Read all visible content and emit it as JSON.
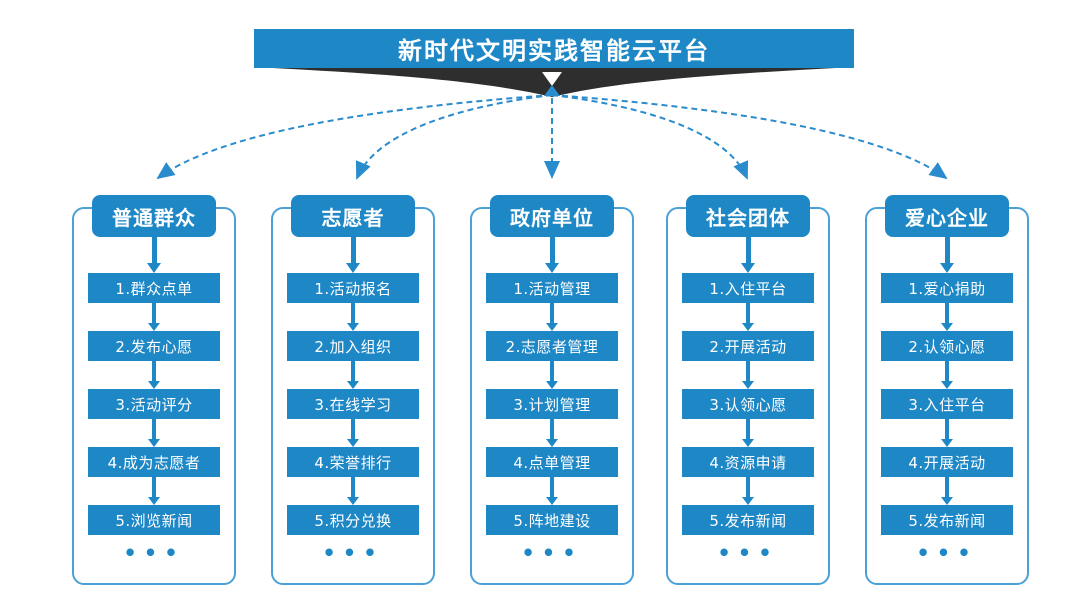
{
  "title": "新时代文明实践智能云平台",
  "ellipsis": "•••",
  "colors": {
    "primary": "#1e87c6",
    "outline": "#4ba0d6",
    "arrow": "#2b8ccd",
    "ribbon": "#2e2e2e",
    "background": "#ffffff"
  },
  "columns": [
    {
      "title": "普通群众",
      "items": [
        "1.群众点单",
        "2.发布心愿",
        "3.活动评分",
        "4.成为志愿者",
        "5.浏览新闻"
      ]
    },
    {
      "title": "志愿者",
      "items": [
        "1.活动报名",
        "2.加入组织",
        "3.在线学习",
        "4.荣誉排行",
        "5.积分兑换"
      ]
    },
    {
      "title": "政府单位",
      "items": [
        "1.活动管理",
        "2.志愿者管理",
        "3.计划管理",
        "4.点单管理",
        "5.阵地建设"
      ]
    },
    {
      "title": "社会团体",
      "items": [
        "1.入住平台",
        "2.开展活动",
        "3.认领心愿",
        "4.资源申请",
        "5.发布新闻"
      ]
    },
    {
      "title": "爱心企业",
      "items": [
        "1.爱心捐助",
        "2.认领心愿",
        "3.入住平台",
        "4.开展活动",
        "5.发布新闻"
      ]
    }
  ]
}
